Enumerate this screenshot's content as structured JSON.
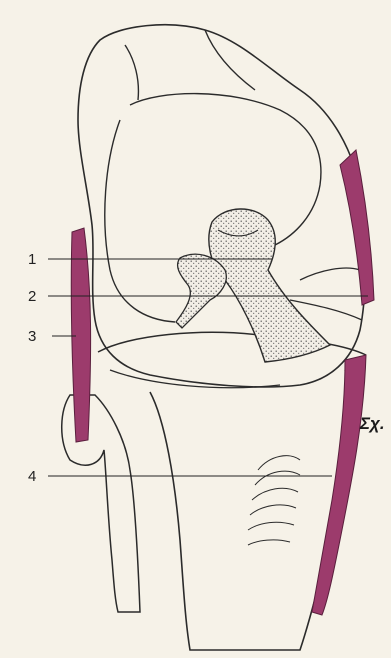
{
  "figure": {
    "caption": "Σχ.",
    "labels": [
      {
        "id": "1",
        "text": "1"
      },
      {
        "id": "2",
        "text": "2"
      },
      {
        "id": "3",
        "text": "3"
      },
      {
        "id": "4",
        "text": "4"
      }
    ]
  },
  "colors": {
    "ligament": "#9c3b6c",
    "outline": "#2b2b2b",
    "background": "#f6f2e8"
  }
}
